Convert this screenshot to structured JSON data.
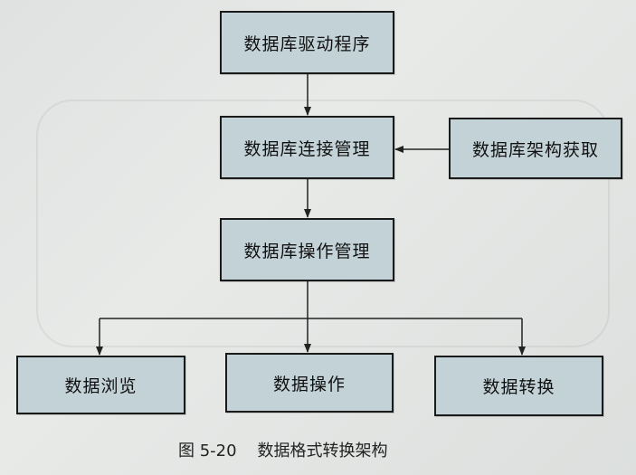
{
  "nodes": {
    "driver": "数据库驱动程序",
    "connection": "数据库连接管理",
    "schema": "数据库架构获取",
    "operation_mgmt": "数据库操作管理",
    "browse": "数据浏览",
    "operate": "数据操作",
    "convert": "数据转换"
  },
  "caption": {
    "figure_number": "图 5-20",
    "title": "数据格式转换架构"
  },
  "colors": {
    "box_fill": "#c3d2d7",
    "border": "#1a1a1a"
  }
}
